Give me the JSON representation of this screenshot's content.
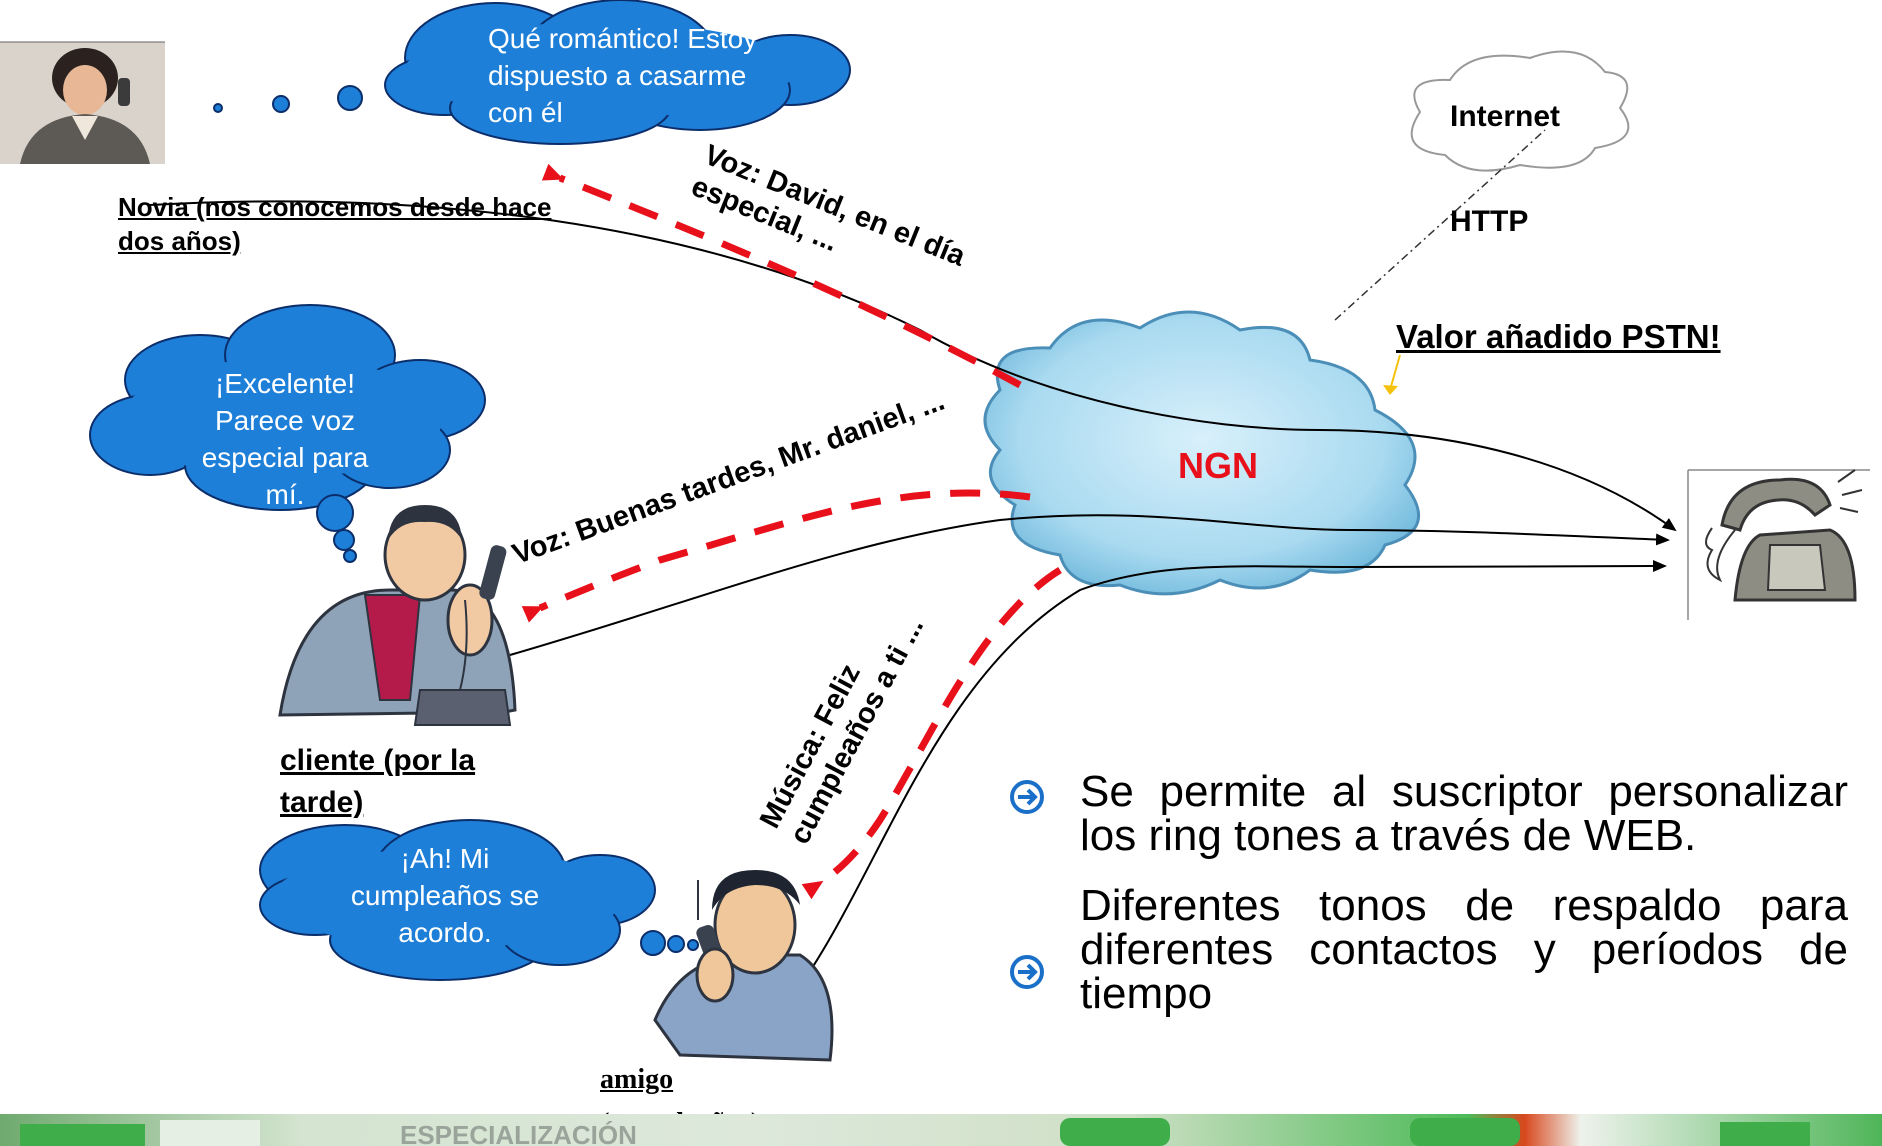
{
  "diagram": {
    "labels": {
      "novia": "Novia (nos conocemos desde hace dos años)",
      "cliente": " cliente (por la tarde)",
      "amigo": "amigo (cumpleaños)",
      "internet": "Internet",
      "http": "HTTP",
      "valor": "Valor añadido PSTN!",
      "ngn": "NGN"
    },
    "bubbles": {
      "novia": "Qué romántico! Estoy dispuesto a casarme con él",
      "cliente": "¡Excelente! Parece voz especial para mí.",
      "amigo": "¡Ah! Mi cumpleaños se acordo."
    },
    "edges": {
      "voz_david": "Voz: David, en el día especial, ...",
      "voz_buenas": "Voz: Buenas tardes, Mr. daniel, ...",
      "musica": "Música: Feliz cumpleaños a ti ..."
    },
    "colors": {
      "bubble": "#1e7fd8",
      "cloud": "#a9daf0",
      "dashed_arrow": "#e8101a",
      "ngn_text": "#e8101a",
      "pointer": "#f4c20d",
      "bullet_icon": "#1a6fc9"
    }
  },
  "bullets": [
    {
      "icon": "circle-arrow-icon",
      "text": "Se permite al suscriptor personalizar los ring tones a través de WEB."
    },
    {
      "icon": "circle-arrow-icon",
      "text": "Diferentes tonos de respaldo para diferentes contactos y períodos de tiempo"
    }
  ],
  "footer": {
    "strip_text": "ESPECIALIZACIÓN"
  }
}
